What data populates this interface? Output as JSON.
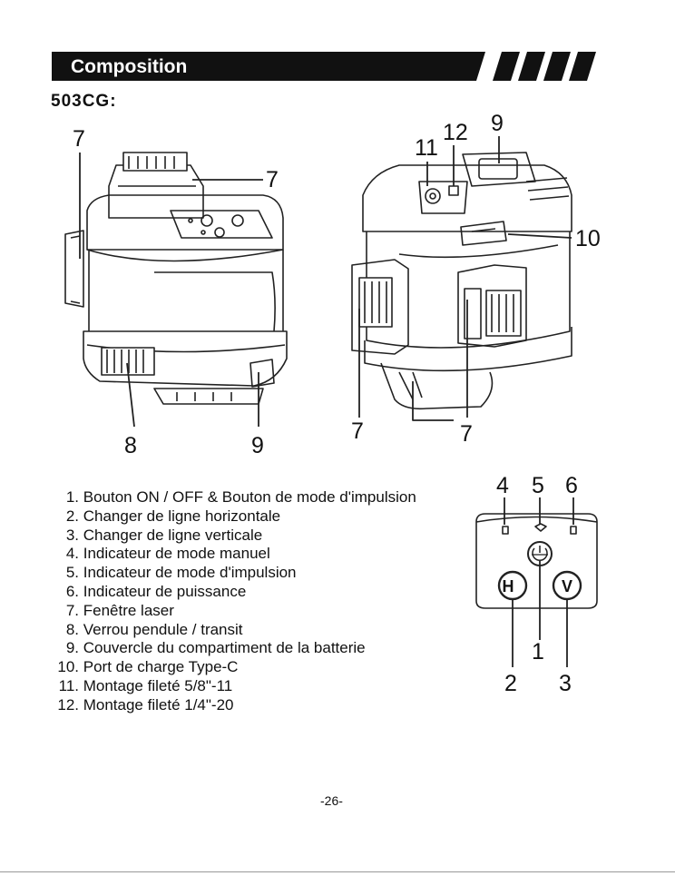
{
  "header": {
    "title": "Composition"
  },
  "model": "503CG:",
  "callouts": {
    "left": [
      "7",
      "7",
      "8",
      "9"
    ],
    "right": [
      "11",
      "12",
      "9",
      "10",
      "7",
      "7"
    ],
    "panel": [
      "4",
      "5",
      "6",
      "1",
      "2",
      "3"
    ]
  },
  "panel": {
    "h_label": "H",
    "v_label": "V"
  },
  "legend": [
    {
      "num": "1.",
      "text": "Bouton ON / OFF & Bouton de mode d'impulsion"
    },
    {
      "num": "2.",
      "text": "Changer de ligne horizontale"
    },
    {
      "num": "3.",
      "text": "Changer de ligne verticale"
    },
    {
      "num": "4.",
      "text": "Indicateur de mode manuel"
    },
    {
      "num": "5.",
      "text": "Indicateur de mode d'impulsion"
    },
    {
      "num": "6.",
      "text": "Indicateur de puissance"
    },
    {
      "num": "7.",
      "text": "Fenêtre laser"
    },
    {
      "num": "8.",
      "text": "Verrou pendule / transit"
    },
    {
      "num": "9.",
      "text": "Couvercle du compartiment de la batterie"
    },
    {
      "num": "10.",
      "text": "Port de charge Type-C"
    },
    {
      "num": "11.",
      "text": "Montage fileté 5/8\"-11"
    },
    {
      "num": "12.",
      "text": "Montage fileté 1/4\"-20"
    }
  ],
  "page_number": "-26-"
}
